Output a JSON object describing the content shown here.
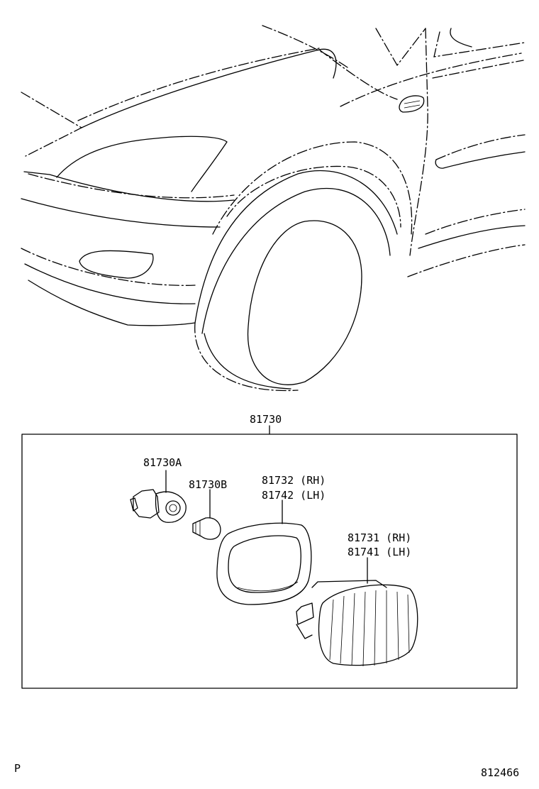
{
  "diagram": {
    "assembly_label": "81730",
    "parts": {
      "socket": "81730A",
      "bulb": "81730B",
      "gasket_rh": "81732 (RH)",
      "gasket_lh": "81742 (LH)",
      "lamp_rh": "81731 (RH)",
      "lamp_lh": "81741 (LH)"
    },
    "corner_letter": "P",
    "figure_number": "812466"
  }
}
